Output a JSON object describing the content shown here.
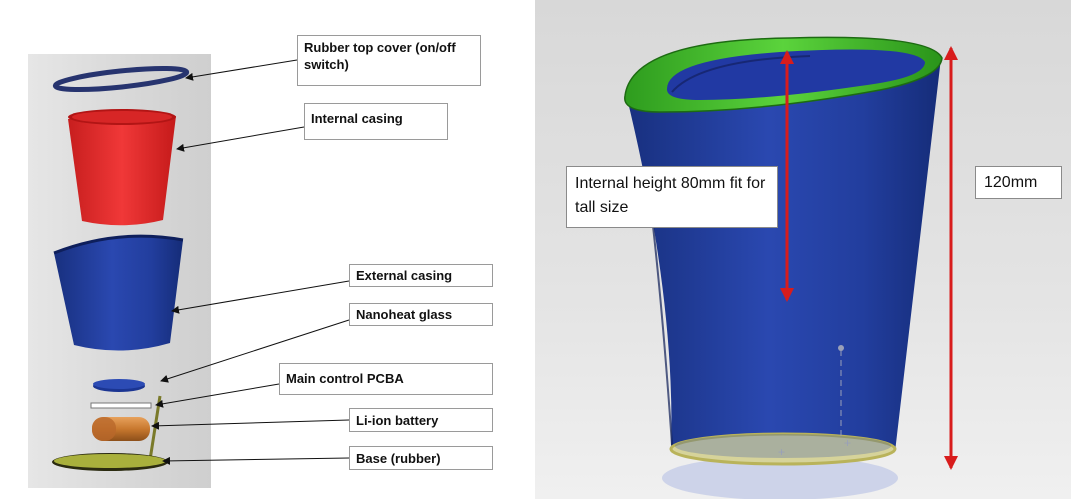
{
  "exploded_view": {
    "labels": {
      "top_cover": "Rubber top cover (on/off switch)",
      "internal_casing": "Internal casing",
      "external_casing": "External casing",
      "nanoheat_glass": "Nanoheat glass",
      "pcba": "Main control PCBA",
      "battery": "Li-ion battery",
      "base": "Base (rubber)"
    }
  },
  "assembled_view": {
    "internal_height_note": "Internal height 80mm fit for tall size",
    "total_height": "120mm"
  },
  "colors": {
    "external_casing": "#1f3b9a",
    "internal_casing": "#e02a2a",
    "top_rim": "#3fbf2a",
    "base": "#9aa83a",
    "dimension_arrow": "#d81c1c",
    "battery": "#c8782e"
  }
}
